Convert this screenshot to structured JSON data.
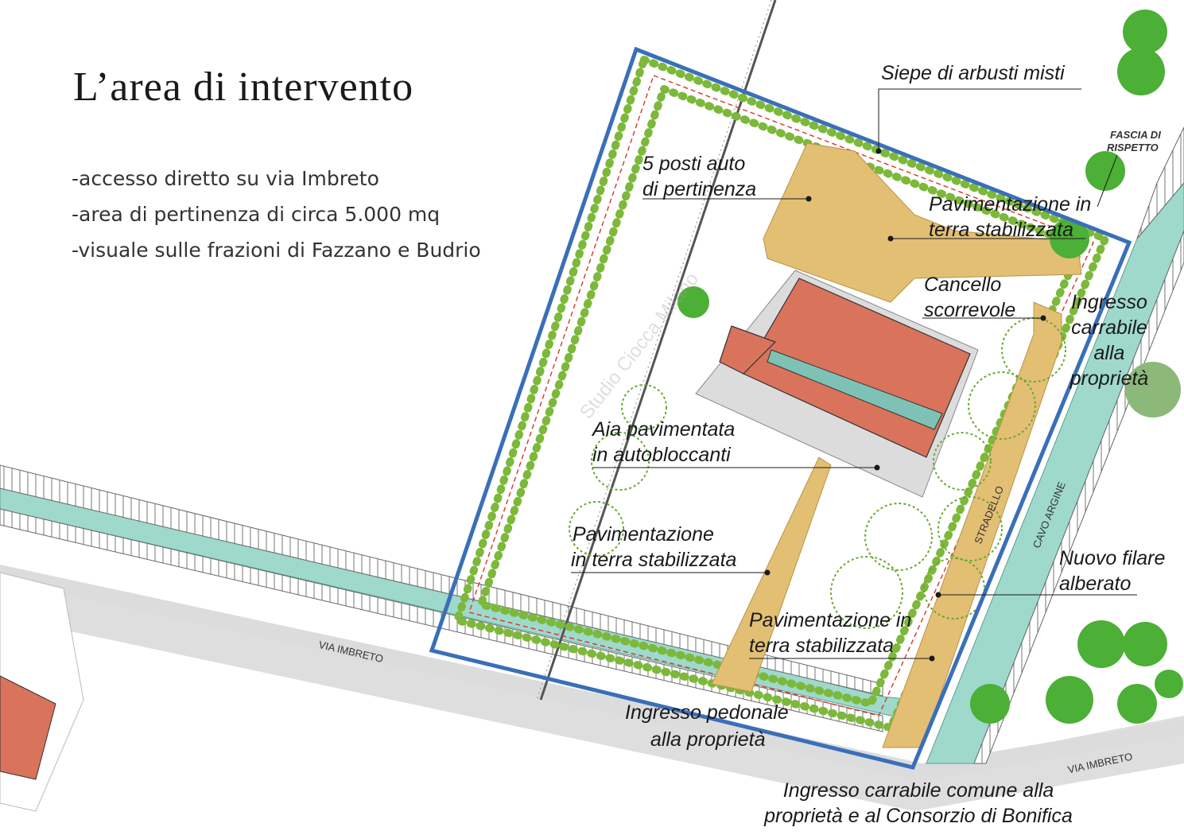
{
  "title": "L’area di intervento",
  "bullets": [
    "-accesso diretto su via Imbreto",
    "-area di pertinenza di circa 5.000 mq",
    "-visuale sulle frazioni di Fazzano e Budrio"
  ],
  "labels": {
    "siepe": "Siepe di arbusti misti",
    "fascia_1": "FASCIA DI",
    "fascia_2": "RISPETTO",
    "posti_1": "5 posti auto",
    "posti_2": "di pertinenza",
    "pav_top_1": "Pavimentazione in",
    "pav_top_2": "terra stabilizzata",
    "cancello_1": "Cancello",
    "cancello_2": "scorrevole",
    "ingresso_carr_1": "Ingresso",
    "ingresso_carr_2": "carrabile",
    "ingresso_carr_3": "alla",
    "ingresso_carr_4": "proprietà",
    "aia_1": "Aia pavimentata",
    "aia_2": "in autobloccanti",
    "pav_left_1": "Pavimentazione",
    "pav_left_2": "in terra stabilizzata",
    "nuovo_1": "Nuovo filare",
    "nuovo_2": "alberato",
    "pav_bottom_1": "Pavimentazione in",
    "pav_bottom_2": "terra stabilizzata",
    "pedonale_1": "Ingresso pedonale",
    "pedonale_2": "alla proprietà",
    "comune_1": "Ingresso carrabile comune alla",
    "comune_2": "proprietà e al Consorzio di Bonifica",
    "via_left": "VIA IMBRETO",
    "via_right": "VIA IMBRETO",
    "stradello": "STRADELLO",
    "cavo": "CAVO ARGINE",
    "watermark": "Studio Ciocca Milano"
  },
  "colors": {
    "boundary": "#3a6fb8",
    "roof": "#d9735c",
    "paving": "#e3bf74",
    "canal": "#9ed9cc",
    "road": "#dddddd",
    "hedge": "#7cb83a",
    "redline": "#d9342b"
  }
}
